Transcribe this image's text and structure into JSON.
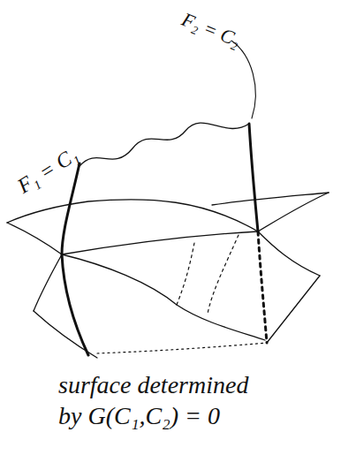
{
  "diagram": {
    "labels": [
      "F₁ = C₁",
      "F₂ = C₂",
      "surface determined by G(C₁,C₂) = 0"
    ]
  }
}
